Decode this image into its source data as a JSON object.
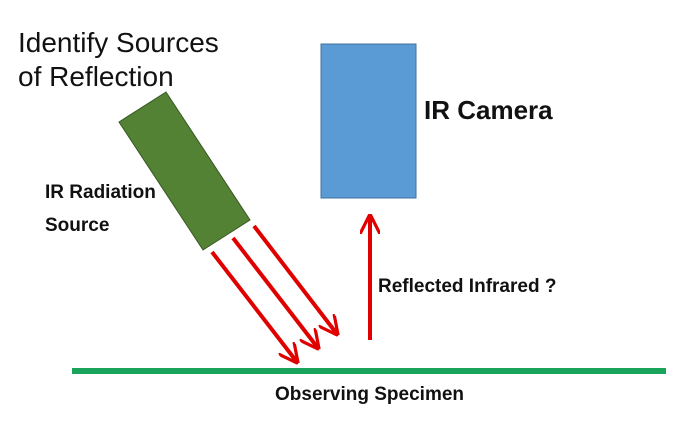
{
  "title": {
    "line1": "Identify Sources",
    "line2": "of Reflection"
  },
  "camera": {
    "label": "IR Camera"
  },
  "source": {
    "line1": "IR Radiation",
    "line2": "Source"
  },
  "reflection": {
    "label": "Reflected Infrared ?"
  },
  "specimen": {
    "label": "Observing Specimen"
  },
  "colors": {
    "camera_fill": "#5b9bd5",
    "source_fill": "#548235",
    "arrow": "#e00000",
    "specimen_line": "#1aa35a"
  }
}
